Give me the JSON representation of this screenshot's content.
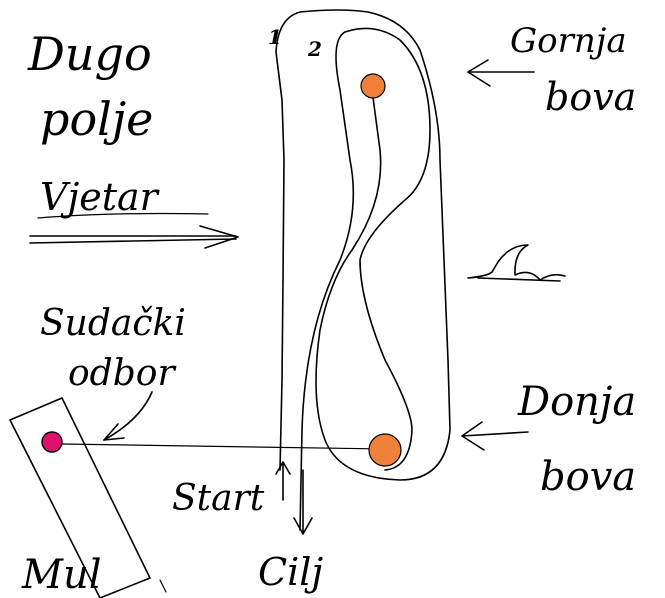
{
  "labels": {
    "long_field": [
      "Dugo",
      "polje"
    ],
    "wind": "Vjetar",
    "judges_boat": [
      "Sudački",
      "odbor"
    ],
    "pier": "Mul",
    "start": "Start",
    "finish": "Cilj",
    "upper_buoy": [
      "Gornja",
      "bova"
    ],
    "lower_buoy": [
      "Donja",
      "bova"
    ],
    "lap_1": "1",
    "lap_2": "2"
  },
  "colors": {
    "buoy": "#f0813a",
    "judges_marker": "#e0106e",
    "ink": "#000000"
  }
}
